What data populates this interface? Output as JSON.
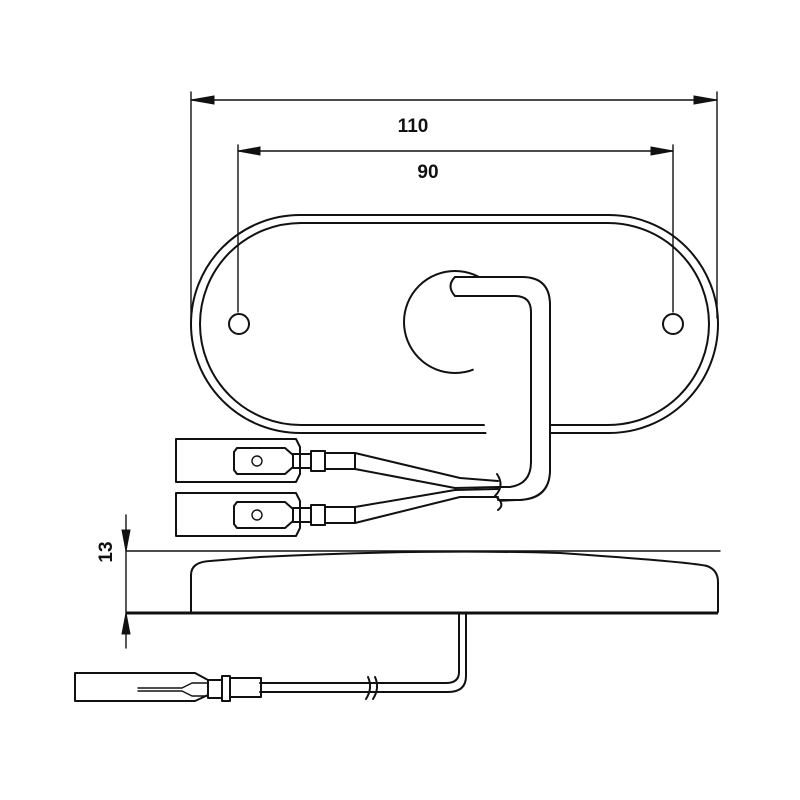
{
  "drawing": {
    "type": "technical-drawing",
    "subject": "oval marker lamp with wire leads and flat connectors",
    "views": [
      "top-view",
      "side-view"
    ],
    "dimensions": {
      "overall_length": "110",
      "hole_spacing": "90",
      "height": "13"
    },
    "colors": {
      "line": "#111111",
      "background": "#ffffff"
    }
  }
}
